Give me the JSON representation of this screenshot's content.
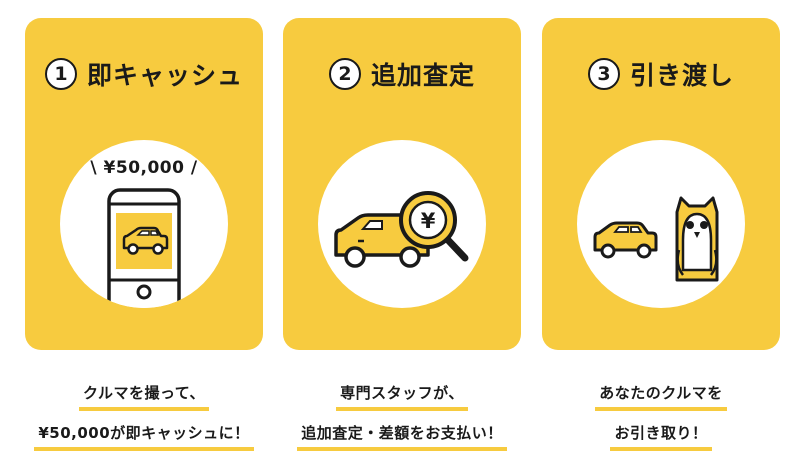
{
  "steps": [
    {
      "number": "1",
      "title": "即キャッシュ",
      "price": "¥50,000",
      "caption": [
        "クルマを撮って、",
        "¥50,000が即キャッシュに！"
      ]
    },
    {
      "number": "2",
      "title": "追加査定",
      "yen": "¥",
      "caption": [
        "専門スタッフが、",
        "追加査定・差額をお支払い！"
      ]
    },
    {
      "number": "3",
      "title": "引き渡し",
      "caption": [
        "あなたのクルマを",
        "お引き取り！"
      ]
    }
  ],
  "colors": {
    "accent": "#f7cb3f",
    "ink": "#1a1a1a",
    "card_bg": "#ffffff"
  }
}
